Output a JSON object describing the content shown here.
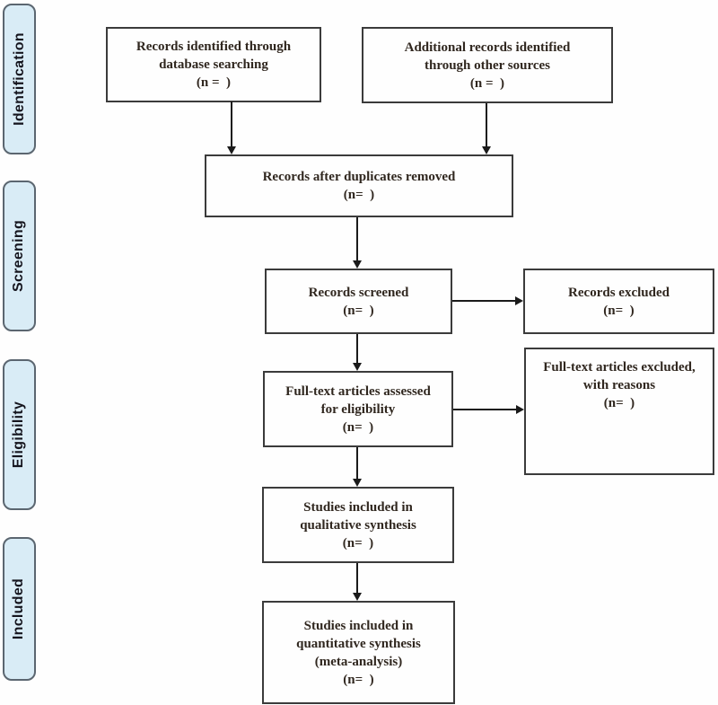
{
  "diagram_type": "flowchart",
  "sidebar": {
    "labels": [
      {
        "id": "identification",
        "label": "Identification"
      },
      {
        "id": "screening",
        "label": "Screening"
      },
      {
        "id": "eligibility",
        "label": "Eligibility"
      },
      {
        "id": "included",
        "label": "Included"
      }
    ]
  },
  "boxes": {
    "records_db": {
      "lines": [
        "Records identified through",
        "database searching",
        "(n =  )"
      ]
    },
    "records_other": {
      "lines": [
        "Additional records identified",
        "through other sources",
        "(n =  )"
      ]
    },
    "duplicates_removed": {
      "lines": [
        "Records after duplicates removed",
        "(n=  )"
      ]
    },
    "screened": {
      "lines": [
        "Records screened",
        "(n=  )"
      ]
    },
    "records_excluded": {
      "lines": [
        "Records excluded",
        "(n=  )"
      ]
    },
    "fulltext_assessed": {
      "lines": [
        "Full-text articles assessed",
        "for eligibility",
        "(n=  )"
      ]
    },
    "fulltext_excluded": {
      "lines": [
        "Full-text articles excluded,",
        "with reasons",
        "(n=  )"
      ]
    },
    "qualitative": {
      "lines": [
        "Studies included in",
        "qualitative synthesis",
        "(n=  )"
      ]
    },
    "quantitative": {
      "lines": [
        "Studies included in",
        "quantitative synthesis",
        "(meta-analysis)",
        "(n=  )"
      ]
    }
  },
  "colors": {
    "stage_fill": "#d9ecf6",
    "stage_border": "#5b6670",
    "stage_text": "#15151e",
    "box_border": "#3b3b3b",
    "box_text": "#30271f",
    "arrow": "#1a1a1a",
    "background": "#fefefe"
  }
}
